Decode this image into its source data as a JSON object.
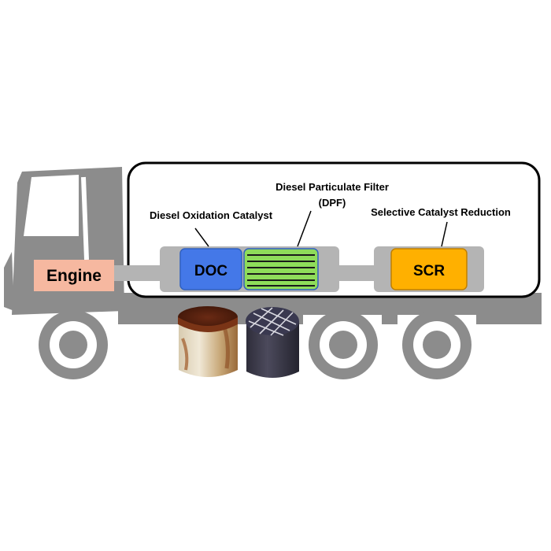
{
  "labels": {
    "engine": "Engine",
    "doc": "DOC",
    "scr": "SCR",
    "diesel_oxidation_catalyst": "Diesel Oxidation Catalyst",
    "diesel_particulate_filter_line1": "Diesel Particulate Filter",
    "diesel_particulate_filter_line2": "(DPF)",
    "selective_catalyst_reduction": "Selective Catalyst Reduction"
  },
  "colors": {
    "truck": "#8c8c8c",
    "engine_box": "#f6b8a0",
    "doc_box": "#4478e8",
    "dpf_box": "#8edc5a",
    "scr_box": "#ffb000",
    "pipe": "#b4b4b4",
    "outline": "#000000"
  }
}
